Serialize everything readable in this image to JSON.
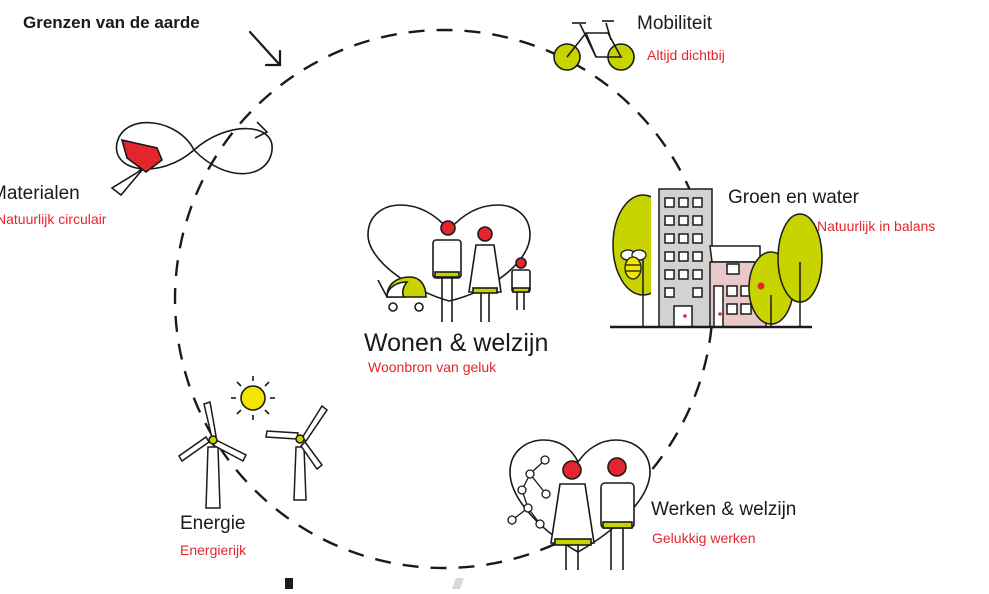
{
  "header": {
    "label": "Grenzen van de aarde"
  },
  "center": {
    "title": "Wonen & welzijn",
    "subtitle": "Woonbron van geluk"
  },
  "themes": {
    "mobiliteit": {
      "title": "Mobiliteit",
      "subtitle": "Altijd dichtbij"
    },
    "groen": {
      "title": "Groen en water",
      "subtitle": "Natuurlijk in balans"
    },
    "werken": {
      "title": "Werken & welzijn",
      "subtitle": "Gelukkig werken"
    },
    "energie": {
      "title": "Energie",
      "subtitle": "Energierijk"
    },
    "materialen": {
      "title": "Materialen",
      "subtitle": "Natuurlijk circulair"
    }
  },
  "colors": {
    "accent_red": "#e3262c",
    "lime": "#c8d400",
    "sun": "#f2e600",
    "ink": "#1a1a1a"
  },
  "icons": [
    "bicycle-icon",
    "buildings-trees-icon",
    "bee-icon",
    "family-heart-icon",
    "couple-heart-icon",
    "wind-turbines-icon",
    "sun-icon",
    "hammer-infinity-icon"
  ]
}
